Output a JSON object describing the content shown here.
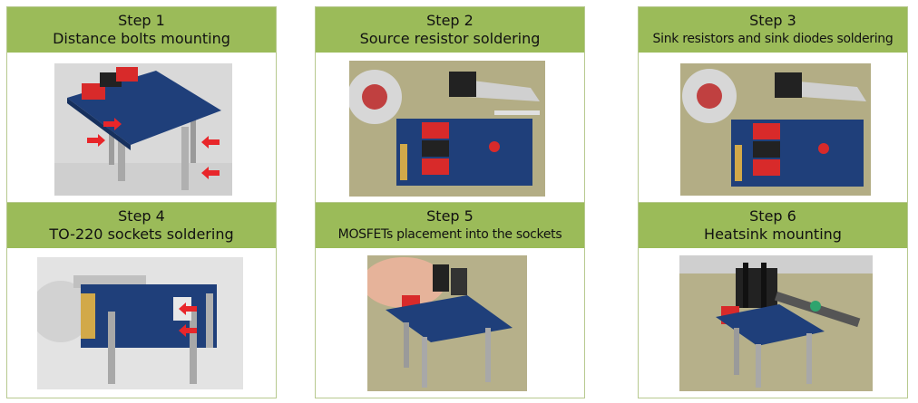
{
  "steps": [
    {
      "label": "Step 1",
      "title": "Distance bolts mounting"
    },
    {
      "label": "Step 2",
      "title": "Source resistor soldering"
    },
    {
      "label": "Step 3",
      "title": "Sink resistors and sink diodes soldering"
    },
    {
      "label": "Step 4",
      "title": "TO-220 sockets soldering"
    },
    {
      "label": "Step 5",
      "title": "MOSFETs placement into the sockets"
    },
    {
      "label": "Step 6",
      "title": "Heatsink mounting"
    }
  ],
  "colors": {
    "header": "#9bbb59",
    "border": "#b7c98f",
    "pcb": "#1f3f7a",
    "arrow": "#e8262a"
  }
}
